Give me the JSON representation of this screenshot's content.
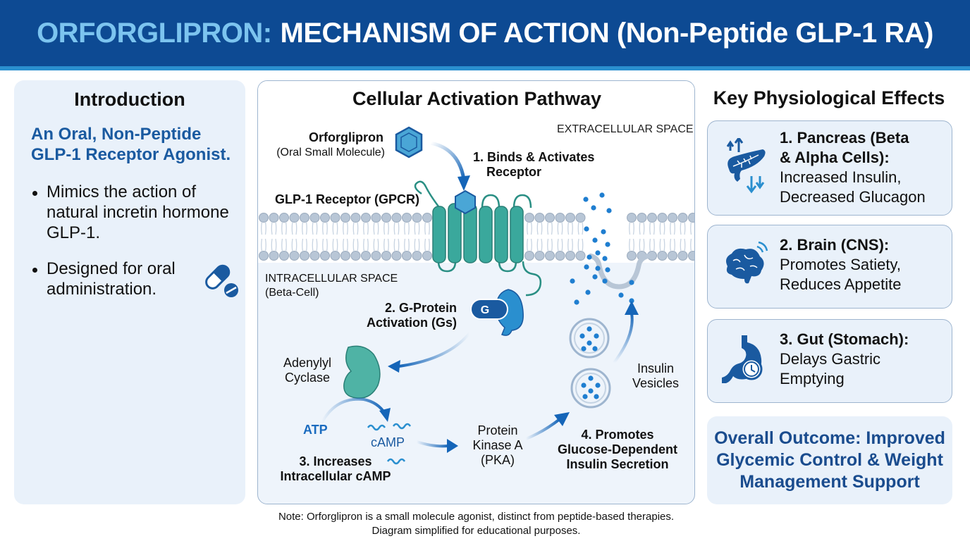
{
  "header": {
    "title_accent": "ORFORGLIPRON:",
    "title_rest": "MECHANISM OF ACTION (Non-Peptide GLP-1 RA)"
  },
  "introduction": {
    "heading": "Introduction",
    "subtitle": "An Oral, Non-Peptide GLP-1 Receptor Agonist.",
    "bullets": [
      "Mimics the action of natural incretin hormone GLP-1.",
      "Designed for oral administration."
    ],
    "icon": "pill-capsule-icon"
  },
  "pathway": {
    "heading": "Cellular Activation Pathway",
    "extracellular_label": "EXTRACELLULAR SPACE",
    "intracellular_label": "INTRACELLULAR SPACE",
    "intracellular_sub": "(Beta-Cell)",
    "drug_name": "Orforglipron",
    "drug_sub": "(Oral Small Molecule)",
    "receptor_label": "GLP-1 Receptor (GPCR)",
    "step1_line1": "1. Binds & Activates",
    "step1_line2": "Receptor",
    "step2_line1": "2. G-Protein",
    "step2_line2": "Activation (Gs)",
    "g_protein_letter": "G",
    "adenylyl_line1": "Adenylyl",
    "adenylyl_line2": "Cyclase",
    "atp": "ATP",
    "camp": "cAMP",
    "step3_line1": "3. Increases",
    "step3_line2": "Intracellular cAMP",
    "pka_line1": "Protein",
    "pka_line2": "Kinase A",
    "pka_line3": "(PKA)",
    "step4_line1": "4. Promotes",
    "step4_line2": "Glucose-Dependent",
    "step4_line3": "Insulin Secretion",
    "vesicles_line1": "Insulin",
    "vesicles_line2": "Vesicles",
    "colors": {
      "receptor": "#3aa89c",
      "arrow": "#1565b8",
      "molecule": "#4aa6d6",
      "granule": "#1f7ed0"
    }
  },
  "note": {
    "line1": "Note: Orforglipron is a small molecule agonist, distinct from peptide-based therapies.",
    "line2": "Diagram simplified for educational purposes."
  },
  "effects": {
    "heading": "Key Physiological Effects",
    "items": [
      {
        "icon": "pancreas-icon",
        "title_line1": "1. Pancreas (Beta",
        "title_line2": "& Alpha Cells):",
        "desc_line1": "Increased Insulin,",
        "desc_line2": "Decreased Glucagon"
      },
      {
        "icon": "brain-icon",
        "title_line1": "2. Brain (CNS):",
        "desc_line1": "Promotes Satiety,",
        "desc_line2": "Reduces Appetite"
      },
      {
        "icon": "stomach-clock-icon",
        "title_line1": "3. Gut (Stomach):",
        "desc_line1": "Delays Gastric",
        "desc_line2": "Emptying"
      }
    ],
    "outcome": "Overall Outcome: Improved Glycemic Control & Weight Management Support"
  }
}
